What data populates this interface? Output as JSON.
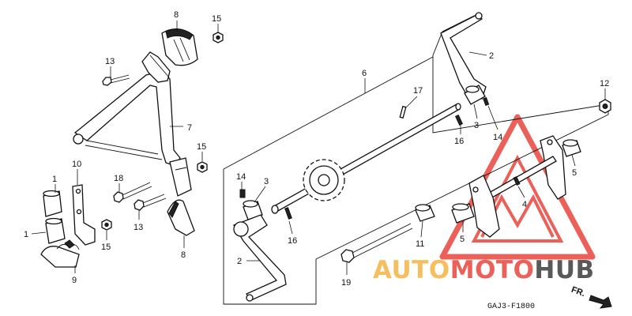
{
  "diagram": {
    "part_labels": {
      "p8_top": "8",
      "p15_top": "15",
      "p13_top": "13",
      "p7": "7",
      "p15_mid": "15",
      "p10": "10",
      "p1_upper": "1",
      "p1_lower": "1",
      "p18": "18",
      "p13_low": "13",
      "p15_low": "15",
      "p8_low": "8",
      "p9": "9",
      "p6": "6",
      "p17": "17",
      "p2_top": "2",
      "p3_top": "3",
      "p16_top": "16",
      "p14_top": "14",
      "p12": "12",
      "p14_left": "14",
      "p3_left": "3",
      "p16_low": "16",
      "p2_low": "2",
      "p4": "4",
      "p5_right": "5",
      "p5_low": "5",
      "p11": "11",
      "p19": "19"
    },
    "diagram_code": "GAJ3-F1800",
    "direction_label": "FR."
  },
  "watermark": {
    "text_part1": "AUTO",
    "text_part2": "MOTO",
    "text_part3": "HUB",
    "color_gold": "#f5b342",
    "color_red": "#e8453c",
    "color_dark": "#3d3d3d"
  }
}
